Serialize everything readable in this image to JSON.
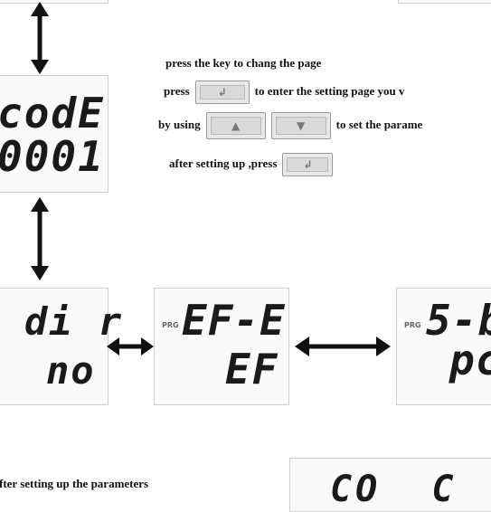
{
  "instructions": {
    "line1": "press the key to chang the page",
    "line2_before": "press",
    "line2_after": "to enter the setting page you v",
    "line3_before": "by using",
    "line3_after": "to set the parame",
    "line4_before": "after setting up",
    "line4_after": ",press",
    "bottom_note": "fter setting up the parameters"
  },
  "panels": {
    "code": {
      "line1": "codE",
      "line2": "0001"
    },
    "dir": {
      "line1": "di r",
      "line2": "no"
    },
    "ef": {
      "prg": "PRG",
      "line1": "EF-E",
      "line2": "EF"
    },
    "sb": {
      "prg": "PRG",
      "line1": "5-b",
      "line2": "pc"
    },
    "bottom": {
      "line1": "CO  C"
    }
  },
  "icons": {
    "enter": "enter-key-icon",
    "up": "up-key-icon",
    "down": "down-key-icon"
  }
}
